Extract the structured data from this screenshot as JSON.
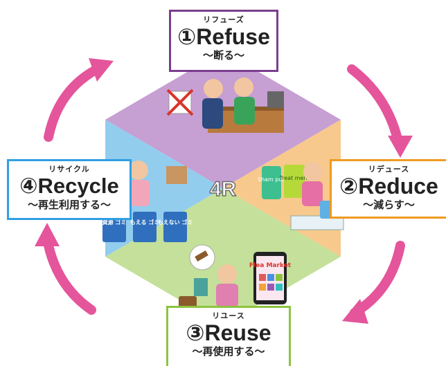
{
  "center": {
    "label": "4R"
  },
  "colors": {
    "refuse": "#c69fd3",
    "reduce": "#f7c98c",
    "reuse": "#c4e09a",
    "recycle": "#92cdee",
    "arrow": "#e4559b"
  },
  "refuse": {
    "ruby": "リフューズ",
    "num": "①",
    "title": "Refuse",
    "subtitle": "〜断る〜"
  },
  "reduce": {
    "ruby": "リデュース",
    "num": "②",
    "title": "Reduce",
    "subtitle": "〜減らす〜"
  },
  "reuse": {
    "ruby": "リユース",
    "num": "③",
    "title": "Reuse",
    "subtitle": "〜再使用する〜"
  },
  "recycle": {
    "ruby": "リサイクル",
    "num": "④",
    "title": "Recycle",
    "subtitle": "〜再生利用する〜"
  },
  "illustrations": {
    "bottle_shampoo": "Sham poo",
    "bottle_treatment": "Treat ment",
    "flea_market_app": "Flea Market",
    "bins": [
      "資源 ゴミ",
      "もえる ゴミ",
      "もえない ゴミ"
    ]
  }
}
